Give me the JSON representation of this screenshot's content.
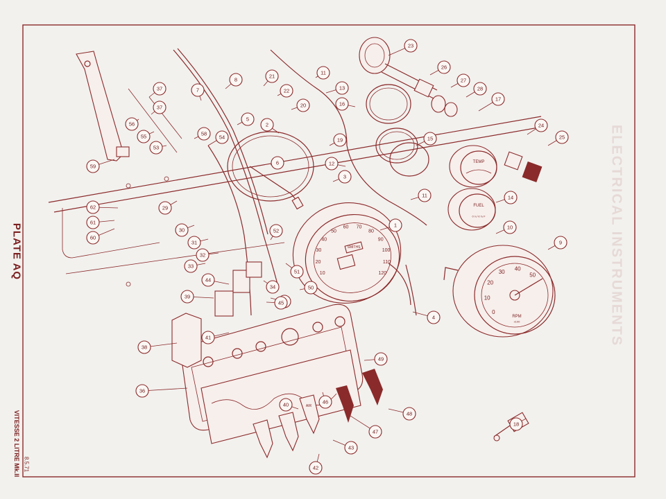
{
  "plate": {
    "title": "PLATE AQ",
    "model": "VITESSE 2 LITRE Mk.II",
    "code": "8.5.71",
    "faded_heading": "ELECTRICAL INSTRUMENTS"
  },
  "gauges": {
    "speedometer": {
      "ticks": [
        "10",
        "20",
        "30",
        "40",
        "50",
        "60",
        "70",
        "80",
        "90",
        "100",
        "110",
        "120"
      ],
      "badge": "SMITHS"
    },
    "tachometer": {
      "ticks": [
        "0",
        "10",
        "20",
        "30",
        "40",
        "50"
      ],
      "unit": "RPM",
      "unit_sub": "x100"
    },
    "temp": {
      "label": "TEMP"
    },
    "fuel": {
      "label": "FUEL",
      "scale": "0 ¼ ½ ¾ F"
    },
    "switch_label": "AIR"
  },
  "callouts": [
    {
      "n": "1"
    },
    {
      "n": "2"
    },
    {
      "n": "3"
    },
    {
      "n": "4"
    },
    {
      "n": "5"
    },
    {
      "n": "6"
    },
    {
      "n": "7"
    },
    {
      "n": "8"
    },
    {
      "n": "9"
    },
    {
      "n": "10"
    },
    {
      "n": "11"
    },
    {
      "n": "11"
    },
    {
      "n": "12"
    },
    {
      "n": "13"
    },
    {
      "n": "14"
    },
    {
      "n": "15"
    },
    {
      "n": "16"
    },
    {
      "n": "17"
    },
    {
      "n": "18"
    },
    {
      "n": "19"
    },
    {
      "n": "20"
    },
    {
      "n": "21"
    },
    {
      "n": "22"
    },
    {
      "n": "23"
    },
    {
      "n": "24"
    },
    {
      "n": "25"
    },
    {
      "n": "26"
    },
    {
      "n": "27"
    },
    {
      "n": "28"
    },
    {
      "n": "29"
    },
    {
      "n": "30"
    },
    {
      "n": "31"
    },
    {
      "n": "32"
    },
    {
      "n": "33"
    },
    {
      "n": "34"
    },
    {
      "n": "35"
    },
    {
      "n": "36"
    },
    {
      "n": "37"
    },
    {
      "n": "37"
    },
    {
      "n": "38"
    },
    {
      "n": "39"
    },
    {
      "n": "40"
    },
    {
      "n": "41"
    },
    {
      "n": "42"
    },
    {
      "n": "43"
    },
    {
      "n": "44"
    },
    {
      "n": "45"
    },
    {
      "n": "46"
    },
    {
      "n": "47"
    },
    {
      "n": "48"
    },
    {
      "n": "49"
    },
    {
      "n": "50"
    },
    {
      "n": "51"
    },
    {
      "n": "52"
    },
    {
      "n": "53"
    },
    {
      "n": "54"
    },
    {
      "n": "55"
    },
    {
      "n": "56"
    },
    {
      "n": "58"
    },
    {
      "n": "59"
    },
    {
      "n": "60"
    },
    {
      "n": "61"
    },
    {
      "n": "62"
    }
  ],
  "colors": {
    "ink": "#8a2a2a",
    "paper": "#f2f1ee"
  }
}
